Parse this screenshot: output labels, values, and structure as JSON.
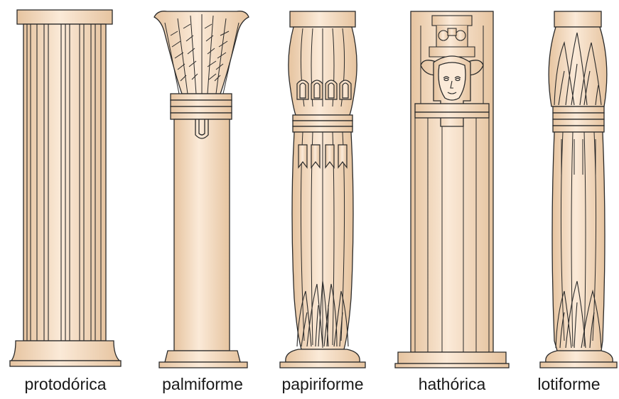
{
  "colors": {
    "stone": "#F3D9BD",
    "stone_light": "#F8E6D2",
    "stone_dark": "#E2BD98",
    "outline": "#2a2a2a",
    "background": "#FFFFFF"
  },
  "columns": [
    {
      "id": "protodorica",
      "label": "protodórica"
    },
    {
      "id": "palmiforme",
      "label": "palmiforme"
    },
    {
      "id": "papiriforme",
      "label": "papiriforme"
    },
    {
      "id": "hathorica",
      "label": "hathórica"
    },
    {
      "id": "lotiforme",
      "label": "lotiforme"
    }
  ]
}
